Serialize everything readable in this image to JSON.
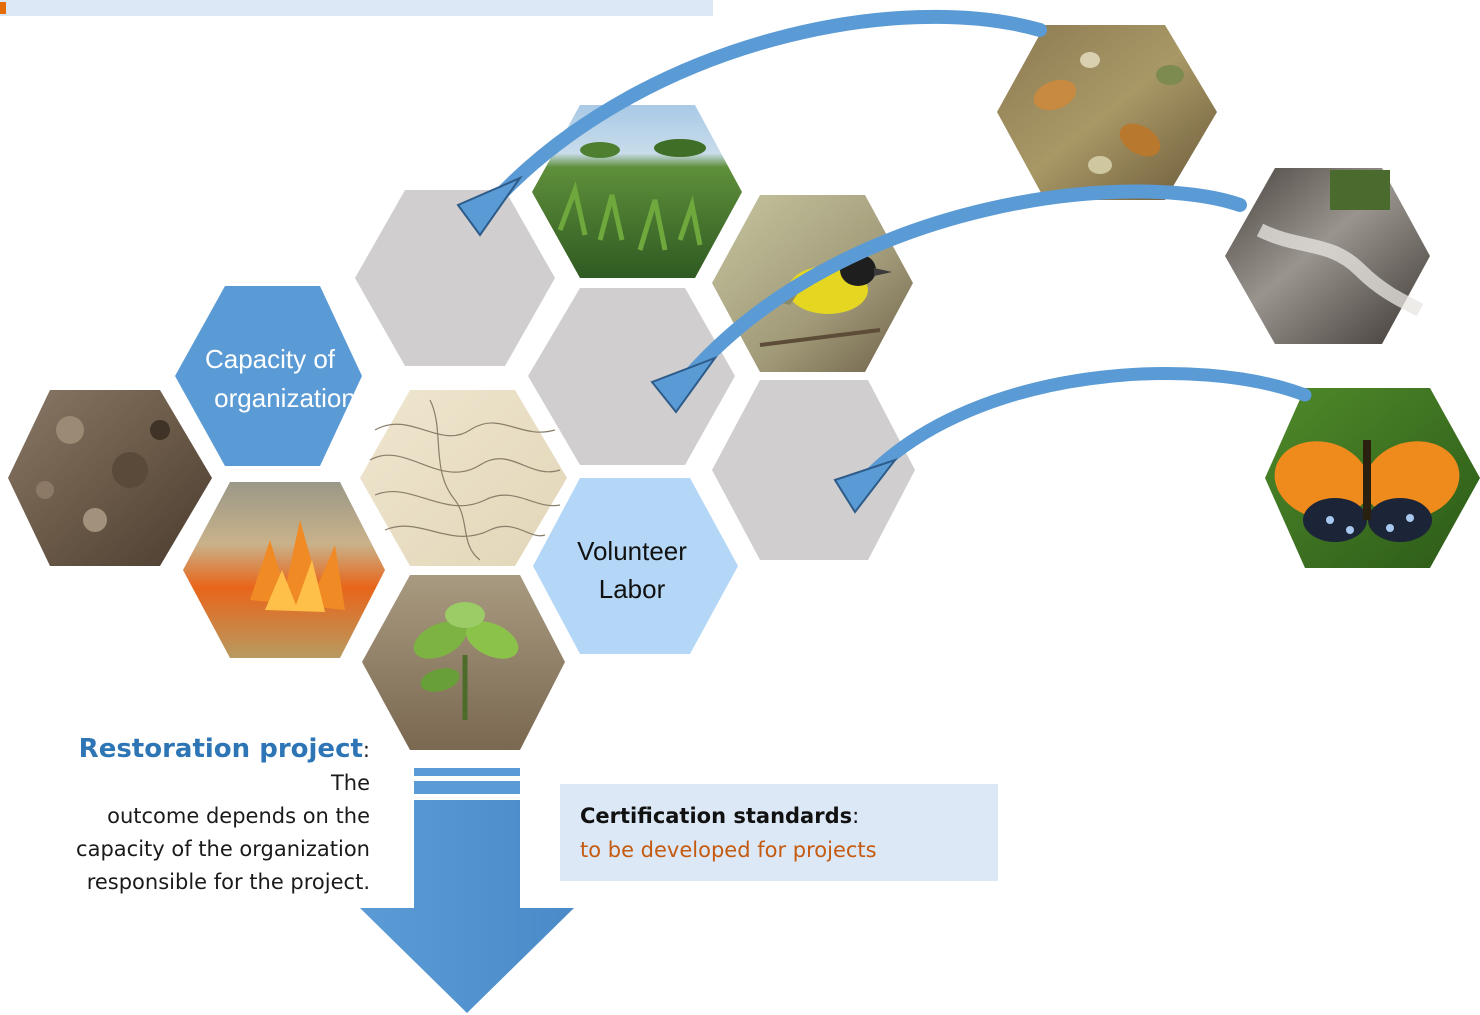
{
  "hexagons": {
    "capacity": {
      "line1": "Capacity of",
      "line2": "organization"
    },
    "volunteer": {
      "line1": "Volunteer",
      "line2": "Labor"
    }
  },
  "caption": {
    "title": "Restoration project",
    "body_line1": "The",
    "body_line2": "outcome depends on the",
    "body_line3": "capacity of the organization",
    "body_line4": "responsible for the project."
  },
  "certification": {
    "title": "Certification standards",
    "subtitle": "to be developed for projects"
  },
  "colors": {
    "hex_dark_blue": "#5b9bd5",
    "hex_light_blue": "#b4d7f7",
    "hex_gray": "#d0cece",
    "arrow_blue": "#5b9bd5",
    "caption_title": "#2e75b6",
    "cert_subtitle": "#c55a11"
  },
  "photo_tiles": [
    "soil-photo",
    "fire-photo",
    "topo-map",
    "seedling-photo",
    "wetland-photo",
    "warbler-photo",
    "seeds-photo",
    "stream-photo",
    "butterfly-photo"
  ]
}
